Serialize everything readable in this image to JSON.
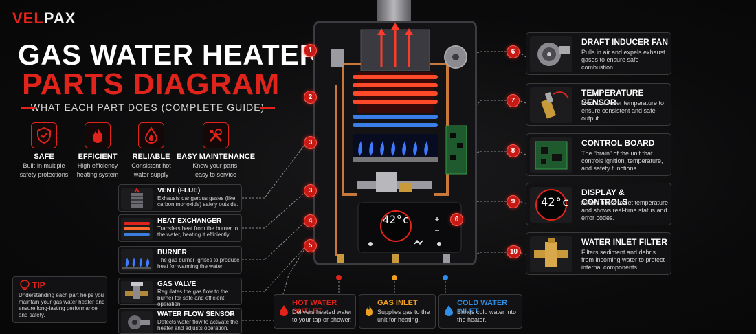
{
  "brand": {
    "prefix": "VEL",
    "suffix": "PAX"
  },
  "title": {
    "line1": "GAS WATER HEATER",
    "line2": "PARTS DIAGRAM",
    "subtitle": "WHAT EACH PART DOES (COMPLETE GUIDE)"
  },
  "features": [
    {
      "name": "SAFE",
      "desc1": "Built-in multiple",
      "desc2": "safety protections",
      "icon": "shield-check-icon"
    },
    {
      "name": "EFFICIENT",
      "desc1": "High efficiency",
      "desc2": "heating system",
      "icon": "flame-icon"
    },
    {
      "name": "RELIABLE",
      "desc1": "Consistent hot",
      "desc2": "water supply",
      "icon": "drop-flame-icon"
    },
    {
      "name": "EASY MAINTENANCE",
      "desc1": "Know your parts,",
      "desc2": "easy to service",
      "icon": "tools-icon"
    }
  ],
  "left_parts": [
    {
      "title": "VENT (FLUE)",
      "desc": "Exhausts dangerous gases (like carbon monoxide) safely outside."
    },
    {
      "title": "HEAT EXCHANGER",
      "desc": "Transfers heat from the burner to the water, heating it efficiently."
    },
    {
      "title": "BURNER",
      "desc": "The gas burner ignites to produce heat for warming the water."
    },
    {
      "title": "GAS VALVE",
      "desc": "Regulates the gas flow to the burner for safe and efficient operation."
    },
    {
      "title": "WATER FLOW SENSOR",
      "desc": "Detects water flow to activate the heater and adjusts operation."
    }
  ],
  "tip": {
    "title": "TIP",
    "desc": "Understanding each part helps you maintain your gas water heater and ensure long-lasting performance and safety."
  },
  "right_parts": [
    {
      "title": "DRAFT INDUCER FAN",
      "desc": "Pulls in air and expels exhaust gases to ensure safe combustion."
    },
    {
      "title": "TEMPERATURE SENSOR",
      "desc": "Monitors water temperature to ensure consistent and safe output."
    },
    {
      "title": "CONTROL BOARD",
      "desc": "The “brain” of the unit that controls ignition, temperature, and safety functions."
    },
    {
      "title": "DISPLAY & CONTROLS",
      "desc": "Allows users to set temperature and shows real-time status and error codes."
    },
    {
      "title": "WATER INLET FILTER",
      "desc": "Filters sediment and debris from incoming water to protect internal components."
    }
  ],
  "bottom_parts": [
    {
      "title": "HOT WATER OUTLET",
      "desc": "Delivers heated water to your tap or shower.",
      "color": "#e0241b"
    },
    {
      "title": "GAS INLET",
      "desc": "Supplies gas to the unit for heating.",
      "color": "#f0a020"
    },
    {
      "title": "COLD WATER INLET",
      "desc": "Brings cold water into the heater.",
      "color": "#2f8fe8"
    }
  ],
  "badges": {
    "b1": "1",
    "b2": "2",
    "b3a": "3",
    "b3b": "3",
    "b4": "4",
    "b5": "5",
    "b6a": "6",
    "b6b": "6",
    "b7": "7",
    "b8": "8",
    "b9": "9",
    "b10": "10"
  },
  "display": {
    "temp": "42°c"
  },
  "colors": {
    "accent": "#e0241b",
    "hot": "#e0241b",
    "gas": "#f0a020",
    "cold": "#2f8fe8"
  }
}
